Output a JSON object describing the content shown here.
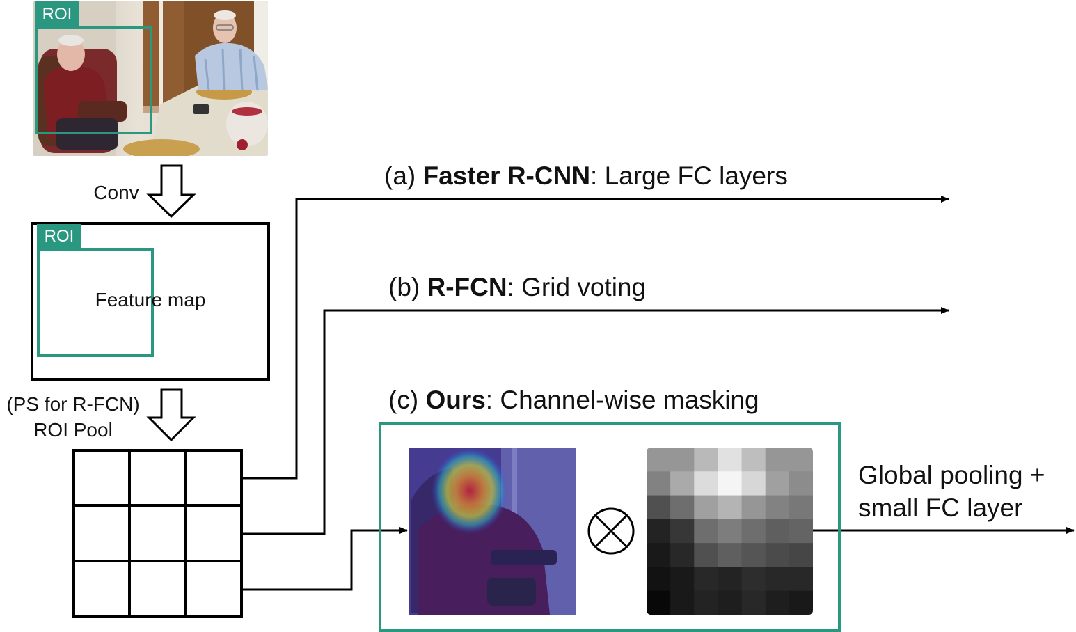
{
  "roi_label": "ROI",
  "conv_label": "Conv",
  "feature_map_label": "Feature map",
  "pool_label_line1": "(PS for R-FCN)",
  "pool_label_line2": "ROI Pool",
  "branch_a": {
    "prefix": "(a) ",
    "name": "Faster R-CNN",
    "desc": ": Large FC layers"
  },
  "branch_b": {
    "prefix": "(b) ",
    "name": "R-FCN",
    "desc": ": Grid voting"
  },
  "branch_c": {
    "prefix": "(c) ",
    "name": "Ours",
    "desc": ": Channel-wise masking"
  },
  "output_line1": "Global pooling +",
  "output_line2": "small FC layer",
  "colors": {
    "accent": "#2a9880",
    "line": "#000000"
  },
  "icons": {
    "multiply": "circled-times-icon"
  },
  "mask_grid": [
    [
      150,
      150,
      185,
      225,
      190,
      150,
      150
    ],
    [
      130,
      170,
      220,
      245,
      215,
      160,
      140
    ],
    [
      80,
      110,
      160,
      180,
      150,
      130,
      120
    ],
    [
      35,
      55,
      110,
      125,
      110,
      95,
      100
    ],
    [
      25,
      40,
      80,
      95,
      85,
      75,
      70
    ],
    [
      18,
      25,
      40,
      35,
      45,
      40,
      40
    ],
    [
      8,
      25,
      35,
      30,
      40,
      30,
      25
    ]
  ]
}
